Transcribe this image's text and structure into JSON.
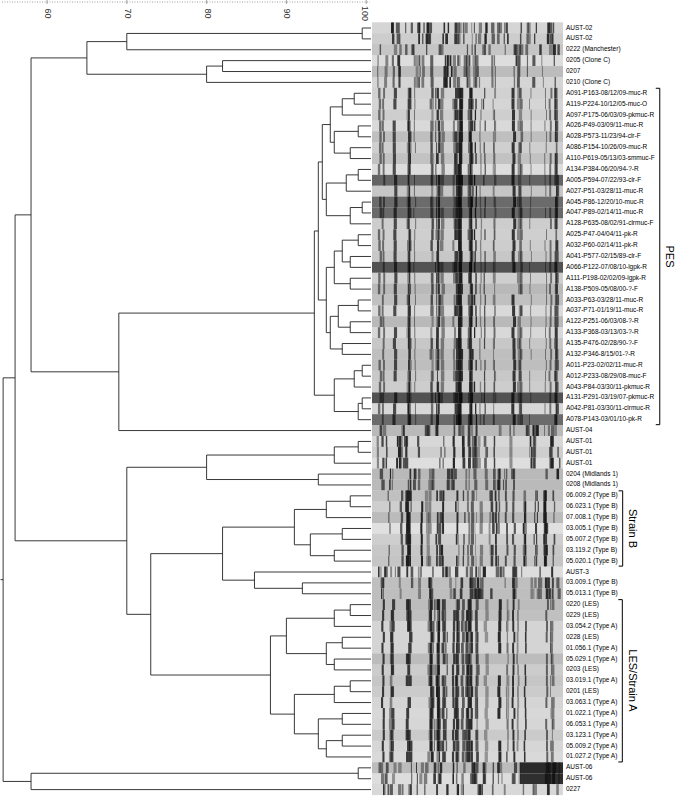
{
  "diagram": {
    "labels": [
      "60",
      "70",
      "80",
      "90",
      "100",
      "AUST-02",
      "AUST-02",
      "0222 (Manchester)",
      "0205 (Clone C)",
      "0207",
      "0210 (Clone C)",
      "A091-P163-08/12/09-muc-R",
      "A119-P224-10/12/05-muc-O",
      "A097-P175-06/03/09-pkmuc-R",
      "A026-P49-03/09/11-muc-R",
      "A028-P573-11/23/94-clr-F",
      "A086-P154-10/26/09-muc-R",
      "A110-P619-05/13/03-smmuc-F",
      "A134-P384-06/20/94-?-R",
      "A005-P594-07/22/93-clr-F",
      "A027-P51-03/28/11-muc-R",
      "A045-P86-12/20/10-muc-R",
      "A047-P89-02/14/11-muc-R",
      "A128-P635-08/02/91-clrmuc-F",
      "A025-P47-04/04/11-pk-R",
      "A032-P60-02/14/11-pk-R",
      "A041-P577-02/15/89-clr-F",
      "A066-P122-07/08/10-lgpk-R",
      "A111-P198-02/02/09-lgpk-R",
      "A138-P509-05/08/00-?-F",
      "A033-P63-03/28/11-muc-R",
      "A037-P71-01/19/11-muc-R",
      "A122-P251-06/03/08-?-R",
      "A133-P368-03/13/03-?-R",
      "A135-P476-02/28/90-?-F",
      "A132-P346-8/15/01-?-R",
      "A011-P23-02/02/11-muc-R",
      "A012-P233-08/29/08-muc-F",
      "A043-P84-03/30/11-pkmuc-R",
      "A131-P291-03/19/07-pkmuc-R",
      "A042-P81-03/30/11-clrmuc-R",
      "A078-P143-03/01/10-pk-R",
      "AUST-04",
      "AUST-01",
      "AUST-01",
      "AUST-01",
      "0204 (Midlands 1)",
      "0208 (Midlands 1)",
      "06.009.2 (Type B)",
      "06.023.1 (Type B)",
      "07.008.1 (Type B)",
      "03.005.1 (Type B)",
      "05.007.2 (Type B)",
      "03.119.2 (Type B)",
      "05.020.1 (Type B)",
      "AUST-3",
      "03.009.1 (Type B)",
      "05.013.1 (Type B)",
      "0220 (LES)",
      "0229 (LES)",
      "03.054.2 (Type A)",
      "0228 (LES)",
      "01.056.1 (Type A)",
      "05.029.1 (Type A)",
      "0203 (LES)",
      "03.019.1 (Type A)",
      "0201 (LES)",
      "03.063.1 (Type A)",
      "01.022.1 (Type A)",
      "06.053.1 (Type A)",
      "03.123.1 (Type A)",
      "05.009.2 (Type A)",
      "01.027.2 (Type A)",
      "AUST-06",
      "AUST-06",
      "0227",
      "PES",
      "Strain B",
      "LES/Strain A"
    ]
  }
}
